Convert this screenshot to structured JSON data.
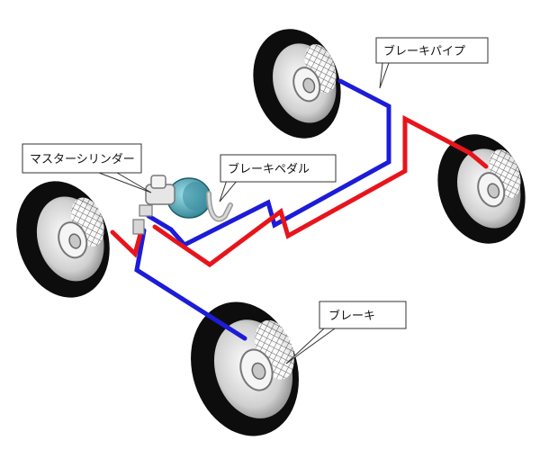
{
  "labels": {
    "brake_pipe": "ブレーキパイプ",
    "master_cylinder": "マスターシリンダー",
    "brake_pedal": "ブレーキペダル",
    "brake": "ブレーキ"
  },
  "colors": {
    "pipe_front": "#e8141c",
    "pipe_rear": "#1c1cd8",
    "tire": "#0d0d0d",
    "rim": "#cfcfcf",
    "hub": "#f2f2f2",
    "booster": "#3e97a8"
  }
}
